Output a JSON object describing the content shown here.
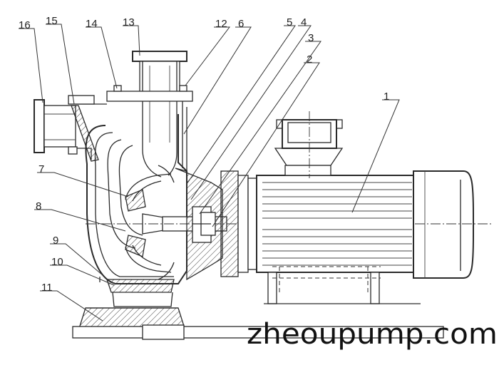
{
  "part_labels": [
    "16",
    "15",
    "14",
    "13",
    "12",
    "6",
    "5",
    "4",
    "3",
    "2",
    "1",
    "7",
    "8",
    "9",
    "10",
    "11"
  ],
  "watermark": "zheoupump.com"
}
